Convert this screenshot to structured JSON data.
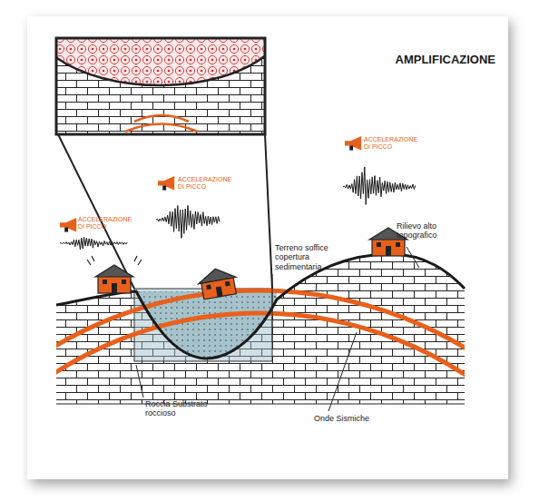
{
  "diagram": {
    "title": "AMPLIFICAZIONE",
    "labels": [
      "ACCELERAZIONE DI PICCO",
      "ACCELERAZIONE DI PICCO",
      "ACCELERAZIONE DI PICCO",
      "Rilievo alto topografico",
      "Terreno soffice copertura sedimentaria",
      "Roccia Substrato roccioso",
      "Onde Sismiche"
    ]
  }
}
